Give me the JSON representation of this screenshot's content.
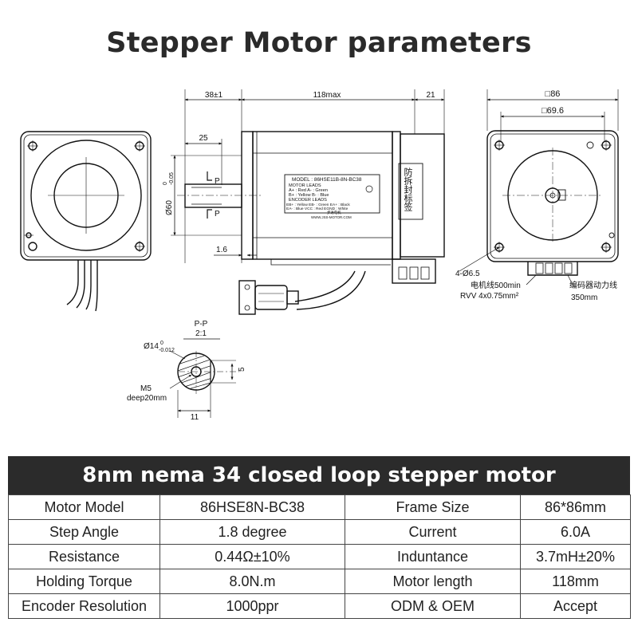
{
  "title": "Stepper Motor parameters",
  "drawing": {
    "side_dims": {
      "shaft_len": "38±1",
      "body_len": "118max",
      "rear_len": "21",
      "key_len": "25",
      "flange": "1.6",
      "pilot_dia": "Ø60",
      "pilot_tol_upper": "0",
      "pilot_tol_lower": "-0.05",
      "section_mark": "P"
    },
    "label": {
      "model": "MODEL : 86HSE11B-8N-BC38",
      "motor_leads": "MOTOR  LEADS",
      "leads1": "A+ : Red      A- : Green",
      "leads2": "B+ : Yellow   B- : Blue",
      "encoder_leads": "ENCODER  LEADS",
      "enc1": "EB+ : Yellow   EB- : Green   EA+ : Black",
      "enc2": "EA- : Blue    VCC : Red   EGND : White",
      "made": "步进电机",
      "url": "WWW.JSS-MOTOR.COM",
      "seal": "防拆封标签"
    },
    "front_dims": {
      "frame": "□86",
      "holes": "□69.6",
      "hole_dia": "4-Ø6.5",
      "cable1": "电机线500min",
      "cable2": "RVV 4x0.75mm²",
      "cable3": "编码器动力线",
      "cable4": "350mm"
    },
    "section": {
      "title": "P-P",
      "scale": "2:1",
      "dia": "Ø14",
      "dia_tol_upper": "0",
      "dia_tol_lower": "-0.012",
      "flat": "5",
      "width": "11",
      "thread": "M5",
      "depth": "deep20mm"
    }
  },
  "banner": "8nm nema 34 closed loop stepper motor",
  "specs": [
    [
      "Motor Model",
      "86HSE8N-BC38",
      "Frame Size",
      "86*86mm"
    ],
    [
      "Step Angle",
      "1.8 degree",
      "Current",
      "6.0A"
    ],
    [
      "Resistance",
      "0.44Ω±10%",
      "Induntance",
      "3.7mH±20%"
    ],
    [
      "Holding Torque",
      "8.0N.m",
      "Motor length",
      "118mm"
    ],
    [
      "Encoder Resolution",
      "1000ppr",
      "ODM & OEM",
      "Accept"
    ]
  ]
}
